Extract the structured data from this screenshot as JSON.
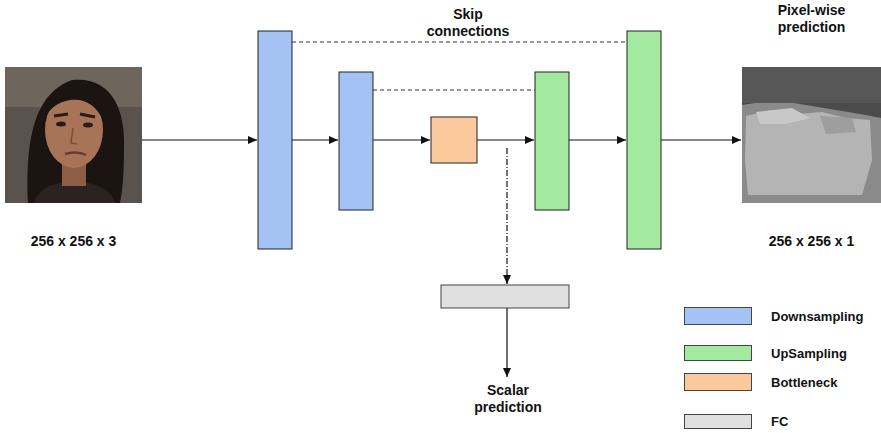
{
  "diagram": {
    "nodes": [
      {
        "text": [
          "256 x 256 x 3"
        ]
      },
      {
        "text": [
          "Pixel-wise prediction",
          "256 x 256 x 1"
        ]
      }
    ],
    "labels": [
      "Skip connections",
      "Scalar prediction"
    ],
    "legend": [
      {
        "text": "Downsampling",
        "color": "#a4c2f4"
      },
      {
        "text": "UpSampling",
        "color": "#a3e9a0"
      },
      {
        "text": "Bottleneck",
        "color": "#fcc99c"
      },
      {
        "text": "FC",
        "color": "#e0e0e0"
      }
    ]
  }
}
